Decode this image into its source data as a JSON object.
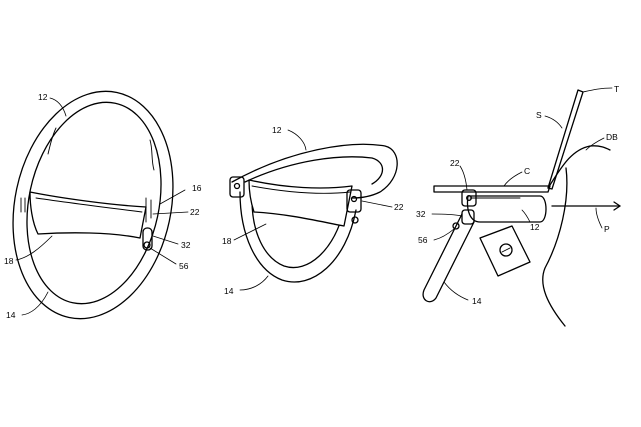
{
  "figure_left": {
    "labels": {
      "frame": "12",
      "assembly": "16",
      "latch": "22",
      "band": "18",
      "pin": "32",
      "stud": "56",
      "ring": "14"
    }
  },
  "figure_middle": {
    "labels": {
      "frame": "12",
      "latch": "22",
      "band": "18",
      "ring": "14"
    }
  },
  "figure_right": {
    "labels": {
      "top": "T",
      "screen": "S",
      "body": "DB",
      "latch": "22",
      "keyboard": "C",
      "pin": "32",
      "frame": "12",
      "direction": "P",
      "stud": "56",
      "ring": "14"
    }
  }
}
